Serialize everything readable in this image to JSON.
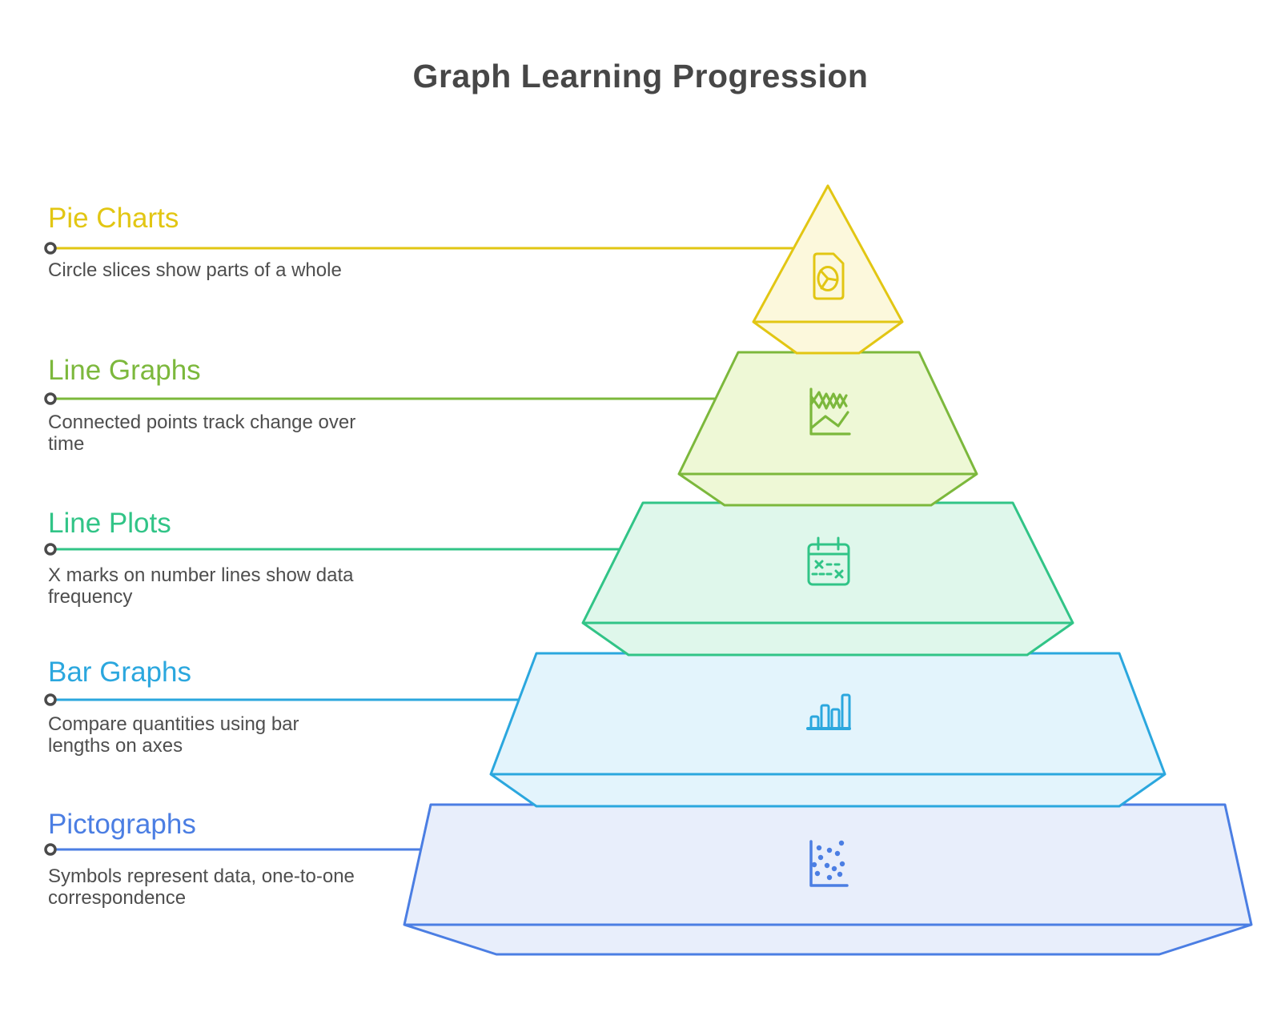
{
  "title": "Graph Learning Progression",
  "levels": [
    {
      "title": "Pie Charts",
      "description": "Circle slices show parts of a whole",
      "color": "#E2C613",
      "fill_color": "#FCF8DC",
      "icon": "pie-chart-document-icon"
    },
    {
      "title": "Line Graphs",
      "description": "Connected points track change over time",
      "color": "#7CB83C",
      "fill_color": "#EEF8D6",
      "icon": "line-graph-icon"
    },
    {
      "title": "Line Plots",
      "description": "X marks on number lines show data frequency",
      "color": "#31C487",
      "fill_color": "#DFF7EB",
      "icon": "line-plot-calendar-icon"
    },
    {
      "title": "Bar Graphs",
      "description": "Compare quantities using bar lengths on axes",
      "color": "#2BA7DE",
      "fill_color": "#E3F4FC",
      "icon": "bar-graph-icon"
    },
    {
      "title": "Pictographs",
      "description": "Symbols represent data, one-to-one correspondence",
      "color": "#4B7EE3",
      "fill_color": "#E8EEFB",
      "icon": "pictograph-scatter-icon"
    }
  ],
  "colors": {
    "title_text": "#474747",
    "description_text": "#4E4E4E",
    "connector_marker_stroke": "#4A4A4A",
    "connector_marker_fill": "#FFFFFF",
    "background": "#FFFFFF"
  }
}
